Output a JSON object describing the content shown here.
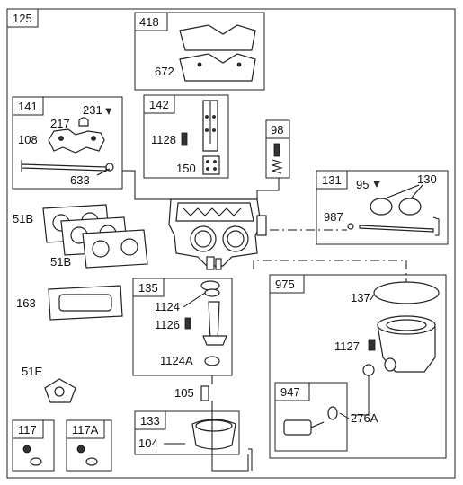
{
  "diagram": {
    "main_label": "125",
    "groups": {
      "g418": {
        "tab": "418",
        "labels": [
          "672"
        ]
      },
      "g141": {
        "tab": "141",
        "labels": [
          "231",
          "217",
          "108",
          "633"
        ]
      },
      "g142": {
        "tab": "142",
        "labels": [
          "1128",
          "150"
        ]
      },
      "g98": {
        "tab": "98"
      },
      "g131": {
        "tab": "131",
        "labels": [
          "95",
          "130",
          "987"
        ]
      },
      "g135": {
        "tab": "135",
        "labels": [
          "1124",
          "1126",
          "1124A"
        ]
      },
      "g975": {
        "tab": "975",
        "labels": [
          "137",
          "1127",
          "276A"
        ]
      },
      "g947": {
        "tab": "947"
      },
      "g133": {
        "tab": "133",
        "labels": [
          "104"
        ]
      },
      "g117": {
        "tab": "117"
      },
      "g117A": {
        "tab": "117A"
      }
    },
    "loose_labels": [
      "51B",
      "51B",
      "163",
      "51E",
      "105"
    ]
  }
}
